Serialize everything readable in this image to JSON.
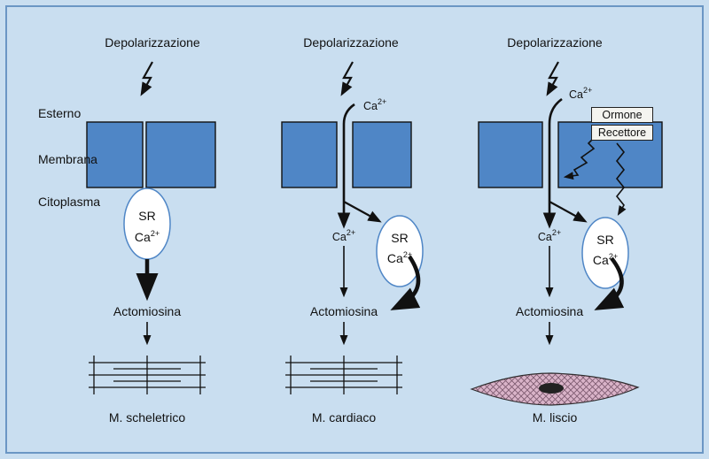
{
  "rows": {
    "esterno": "Esterno",
    "membrana": "Membrana",
    "citoplasma": "Citoplasma"
  },
  "columns": [
    {
      "title": "Depolarizzazione",
      "sr_label": "SR",
      "ca_label": "Ca",
      "actomiosina": "Actomiosina",
      "caption": "M. scheletrico"
    },
    {
      "title": "Depolarizzazione",
      "ca_in_label": "Ca",
      "sr_label": "SR",
      "ca_label": "Ca",
      "ca_cyto_label": "Ca",
      "actomiosina": "Actomiosina",
      "caption": "M. cardiaco"
    },
    {
      "title": "Depolarizzazione",
      "ca_in_label": "Ca",
      "ormone": "Ormone",
      "recettore": "Recettore",
      "sr_label": "SR",
      "ca_label": "Ca",
      "ca_cyto_label": "Ca",
      "actomiosina": "Actomiosina",
      "caption": "M. liscio"
    }
  ],
  "charge": "2+",
  "colors": {
    "background": "#c9def0",
    "membrane": "#4f86c6",
    "frame": "#6b96c4",
    "cell": "#d9b3c8",
    "ink": "#111111"
  },
  "icons": [
    "lightning-icon",
    "arrow-down-icon",
    "curved-arrow-icon",
    "sarcomere-icon",
    "smooth-muscle-cell-icon"
  ]
}
